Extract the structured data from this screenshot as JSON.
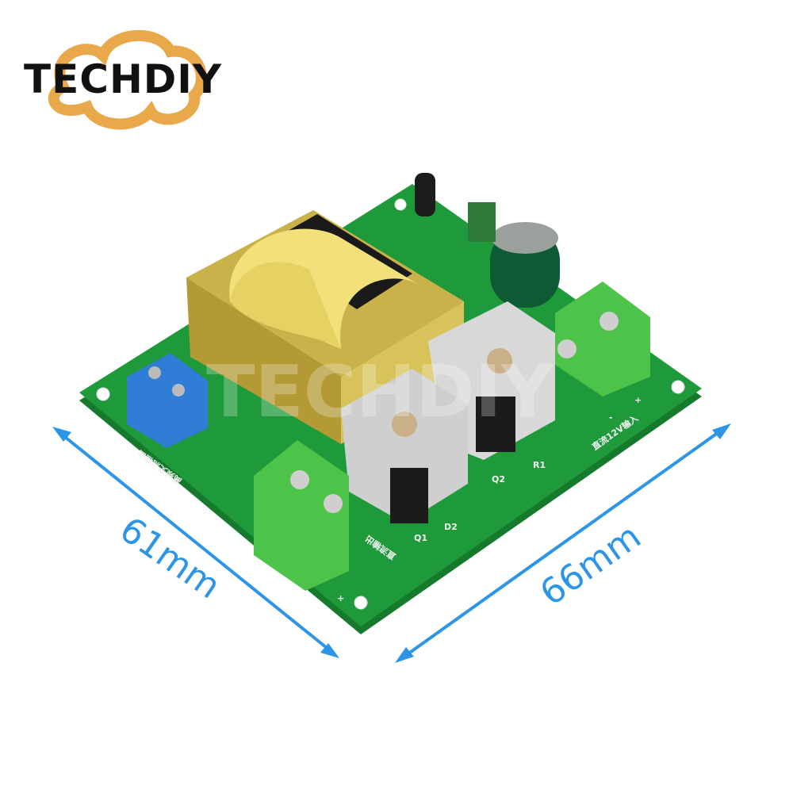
{
  "brand": {
    "logo_text": "TECHDIY",
    "logo_color": "#e9a94a",
    "watermark_text": "TECHDIY"
  },
  "dimensions": {
    "width_label": "61mm",
    "length_label": "66mm",
    "arrow_color": "#2d95e8"
  },
  "board": {
    "color": "#1f9a3a",
    "silkscreen": {
      "input_label": "直流12V输入",
      "output_label": "直流输出",
      "ac_output_label": "高频交流输出",
      "q1": "Q1",
      "q2": "Q2",
      "r1": "R1",
      "d2": "D2",
      "plus": "+",
      "minus": "-"
    }
  }
}
